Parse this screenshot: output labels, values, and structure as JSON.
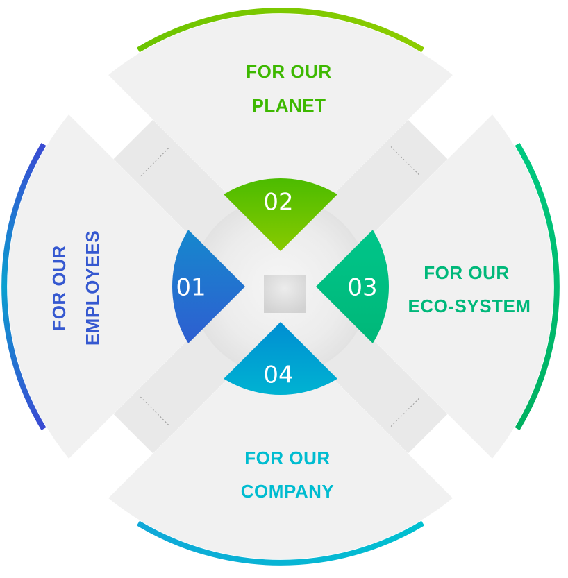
{
  "segments": [
    {
      "number": "01",
      "line1": "FOR OUR",
      "line2": "EMPLOYEES",
      "color": "#3558d0"
    },
    {
      "number": "02",
      "line1": "FOR OUR",
      "line2": "PLANET",
      "color": "#3db800"
    },
    {
      "number": "03",
      "line1": "FOR OUR",
      "line2": "ECO-SYSTEM",
      "color": "#00b87a"
    },
    {
      "number": "04",
      "line1": "FOR OUR",
      "line2": "COMPANY",
      "color": "#00bcd0"
    }
  ]
}
